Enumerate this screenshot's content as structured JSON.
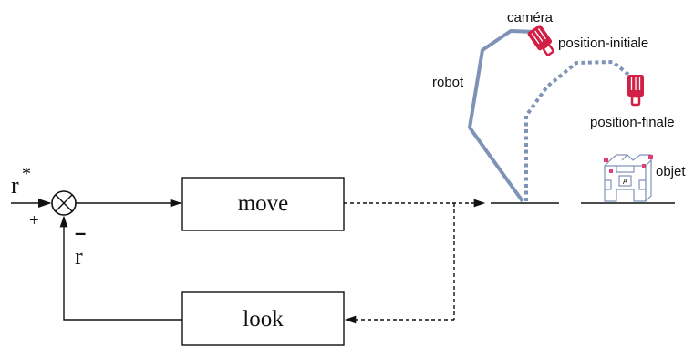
{
  "blocks": {
    "move": "move",
    "look": "look"
  },
  "signals": {
    "reference": "r",
    "reference_superscript": "*",
    "plus_sign": "+",
    "feedback": "r",
    "minus_sign": "–"
  },
  "scene": {
    "camera_label": "caméra",
    "robot_label": "robot",
    "initial_position_label": "position-initiale",
    "final_position_label": "position-finale",
    "object_label": "objet",
    "object_letter": "A"
  },
  "colors": {
    "line": "#111111",
    "robot_arm": "#7f93b6",
    "camera": "#d21f45",
    "object_outline": "#7f93b6",
    "object_marker": "#e0407a"
  }
}
